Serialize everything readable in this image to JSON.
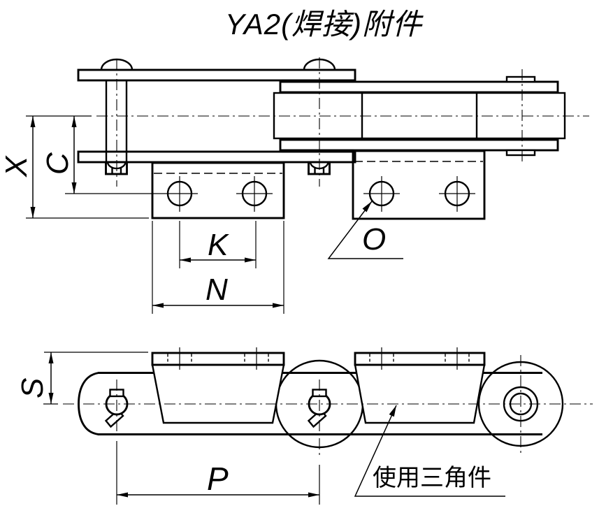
{
  "title": "YA2(焊接)附件",
  "colors": {
    "line": "#000000",
    "background": "#ffffff"
  },
  "dimensions": {
    "x": "X",
    "c": "C",
    "k": "K",
    "n": "N",
    "s": "S",
    "p": "P"
  },
  "leaders": {
    "hole_size": "O",
    "attachment_note": "使用三角件"
  }
}
